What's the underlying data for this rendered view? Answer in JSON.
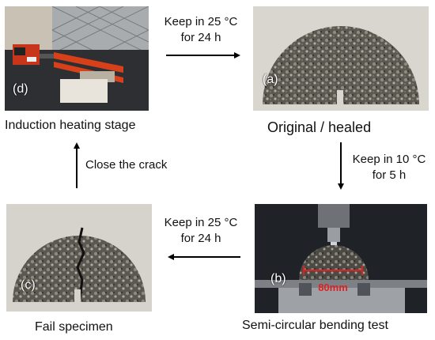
{
  "panels": {
    "d": {
      "label": "(d)",
      "caption": "Induction heating stage"
    },
    "a": {
      "label": "(a)",
      "caption": "Original / healed"
    },
    "b": {
      "label": "(b)",
      "caption": "Semi-circular bending test",
      "dimension": "80mm"
    },
    "c": {
      "label": "(c)",
      "caption": "Fail specimen"
    }
  },
  "steps": {
    "d_to_a": {
      "line1": "Keep in 25 °C",
      "line2": "for 24 h"
    },
    "a_to_b": {
      "line1": "Keep in 10 °C",
      "line2": "for 5 h"
    },
    "b_to_c": {
      "line1": "Keep in 25 °C",
      "line2": "for 24 h"
    },
    "c_to_d": {
      "line1": "Close the crack"
    }
  },
  "colors": {
    "arrow": "#000000",
    "dimension": "#e02020",
    "heater": "#d8401a"
  }
}
